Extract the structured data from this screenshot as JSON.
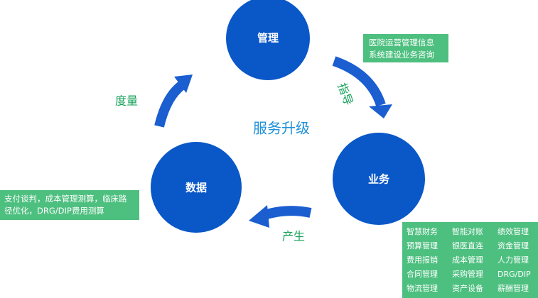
{
  "nodes": {
    "management": "管理",
    "business": "业务",
    "data": "数据"
  },
  "edges": {
    "guide": "指导",
    "produce": "产生",
    "measure": "度量"
  },
  "center_label": "服务升级",
  "boxes": {
    "top_right": [
      "医院运营管理信息",
      "系统建设业务咨询"
    ],
    "left": [
      "支付谈判，成本管理测算，临床路",
      "径优化，DRG/DIP费用测算"
    ],
    "bottom_right": [
      "智慧财务",
      "智能对账",
      "绩效管理",
      "预算管理",
      "银医直连",
      "资金管理",
      "费用报销",
      "成本管理",
      "人力管理",
      "合同管理",
      "采购管理",
      "DRG/DIP",
      "物流管理",
      "资产设备",
      "薪酬管理"
    ]
  },
  "colors": {
    "circle": "#0a57c8",
    "arrow": "#1a5ed0",
    "box": "#4dbf7f",
    "label_green": "#16a05a",
    "center_text": "#1e90d8"
  }
}
